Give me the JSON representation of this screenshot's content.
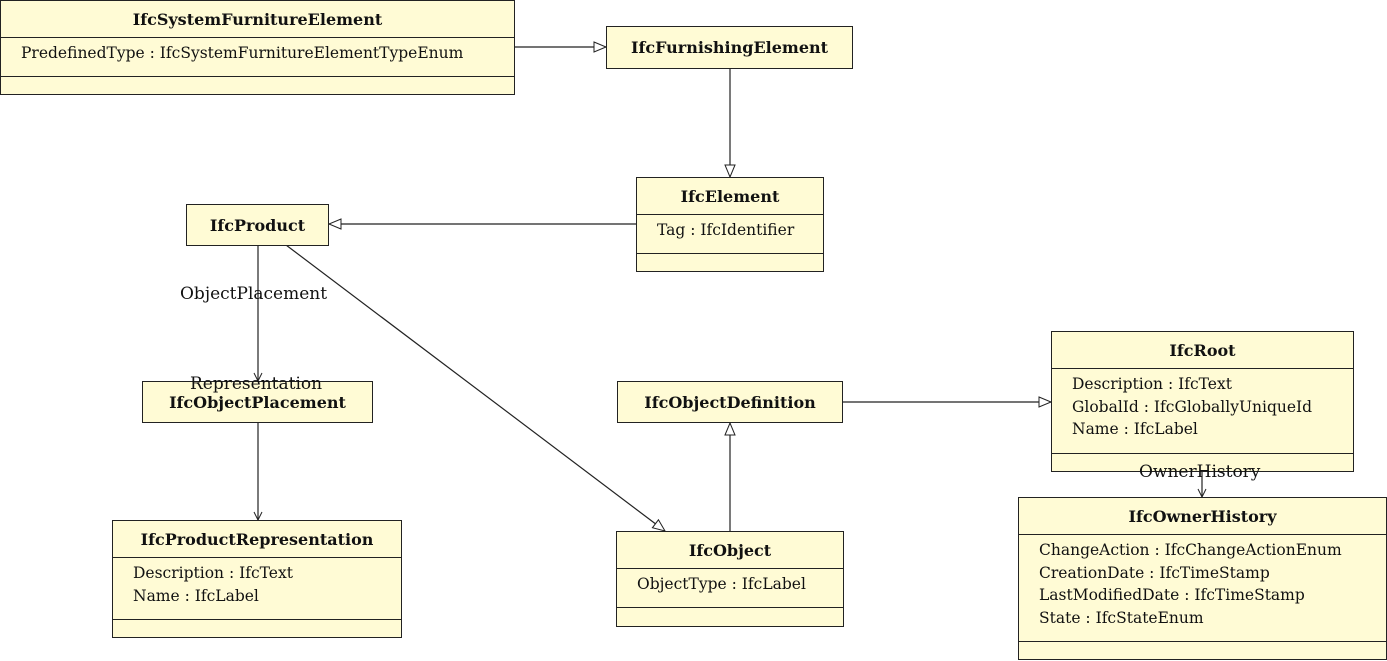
{
  "classes": {
    "sysfurn": {
      "name": "IfcSystemFurnitureElement",
      "attrs": [
        "PredefinedType : IfcSystemFurnitureElementTypeEnum"
      ]
    },
    "furnishing": {
      "name": "IfcFurnishingElement",
      "attrs": []
    },
    "element": {
      "name": "IfcElement",
      "attrs": [
        "Tag : IfcIdentifier"
      ]
    },
    "product": {
      "name": "IfcProduct",
      "attrs": []
    },
    "objplacement": {
      "name": "IfcObjectPlacement",
      "attrs": []
    },
    "prodrep": {
      "name": "IfcProductRepresentation",
      "attrs": [
        "Description : IfcText",
        "Name : IfcLabel"
      ]
    },
    "objdef": {
      "name": "IfcObjectDefinition",
      "attrs": []
    },
    "object": {
      "name": "IfcObject",
      "attrs": [
        "ObjectType : IfcLabel"
      ]
    },
    "root": {
      "name": "IfcRoot",
      "attrs": [
        "Description : IfcText",
        "GlobalId : IfcGloballyUniqueId",
        "Name : IfcLabel"
      ]
    },
    "owner": {
      "name": "IfcOwnerHistory",
      "attrs": [
        "ChangeAction : IfcChangeActionEnum",
        "CreationDate : IfcTimeStamp",
        "LastModifiedDate : IfcTimeStamp",
        "State : IfcStateEnum"
      ]
    }
  },
  "labels": {
    "object_placement": "ObjectPlacement",
    "representation": "Representation",
    "owner_history": "OwnerHistory"
  }
}
